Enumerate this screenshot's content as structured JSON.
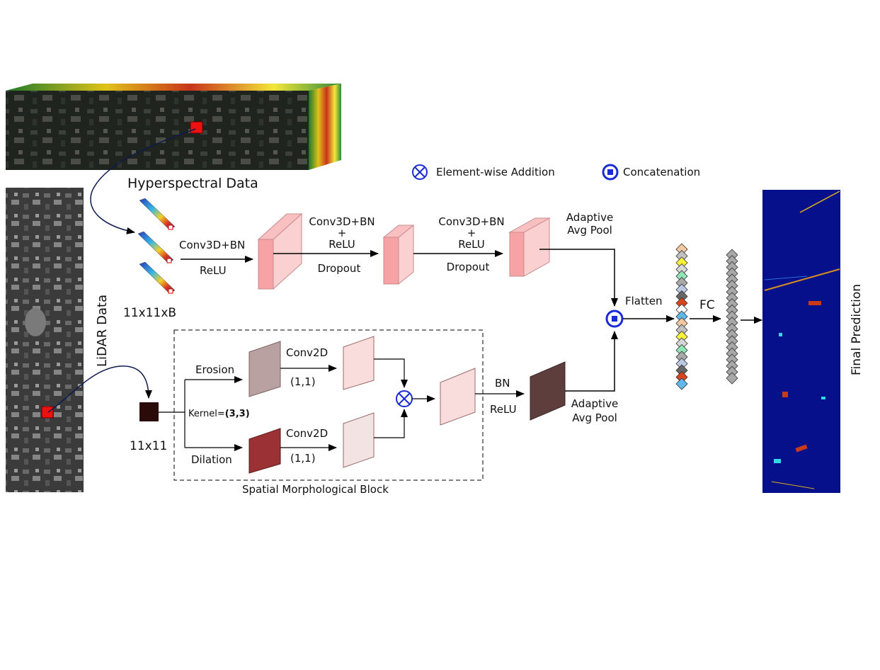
{
  "legend": {
    "addition": "Element-wise Addition",
    "concat": "Concatenation"
  },
  "inputs": {
    "hsi_label": "Hyperspectral Data",
    "lidar_label": "LiDAR Data",
    "hsi_patch": "11x11xB",
    "lidar_patch": "11x11"
  },
  "hsi_branch": {
    "op1_top": "Conv3D+BN",
    "op1_bottom": "ReLU",
    "op2_line1": "Conv3D+BN",
    "op2_line2": "+",
    "op2_line3": "ReLU",
    "op2_bottom": "Dropout",
    "op3_line1": "Conv3D+BN",
    "op3_line2": "+",
    "op3_line3": "ReLU",
    "op3_bottom": "Dropout",
    "pool_line1": "Adaptive",
    "pool_line2": "Avg Pool"
  },
  "smb": {
    "erosion": "Erosion",
    "dilation": "Dilation",
    "kernel_prefix": "Kernel=",
    "kernel_value": "(3,3)",
    "conv_top": "Conv2D",
    "conv_top_k": "(1,1)",
    "conv_bottom": "Conv2D",
    "conv_bottom_k": "(1,1)",
    "block_label": "Spatial Morphological Block"
  },
  "lidar_branch": {
    "bn": "BN",
    "relu": "ReLU",
    "pool_line1": "Adaptive",
    "pool_line2": "Avg Pool"
  },
  "head": {
    "flatten": "Flatten",
    "fc": "FC",
    "output": "Final Prediction"
  },
  "colors": {
    "pink_cube": "#f7a3a6",
    "smb_erosion": "#b9a1a1",
    "smb_dilation": "#9b3134",
    "smb_light": "#f9dcdc",
    "smb_out": "#5e3d3d",
    "lidar_patch": "#2b0a0a",
    "op_symbol": "#1a2bd6",
    "map_bg": "#06108a"
  },
  "feature_column_colors": [
    "#f3c8a0",
    "#c0c0c0",
    "#f7f03a",
    "#d6d6d6",
    "#8fe3b5",
    "#a8a8a8",
    "#b9c8e3",
    "#666666",
    "#d7441d",
    "#ffffff",
    "#5fb7ea",
    "#f3c8a0",
    "#c0c0c0",
    "#f7f03a",
    "#d6d6d6",
    "#8fe3b5",
    "#a8a8a8",
    "#b9c8e3",
    "#666666",
    "#d7441d",
    "#5fb7ea"
  ]
}
